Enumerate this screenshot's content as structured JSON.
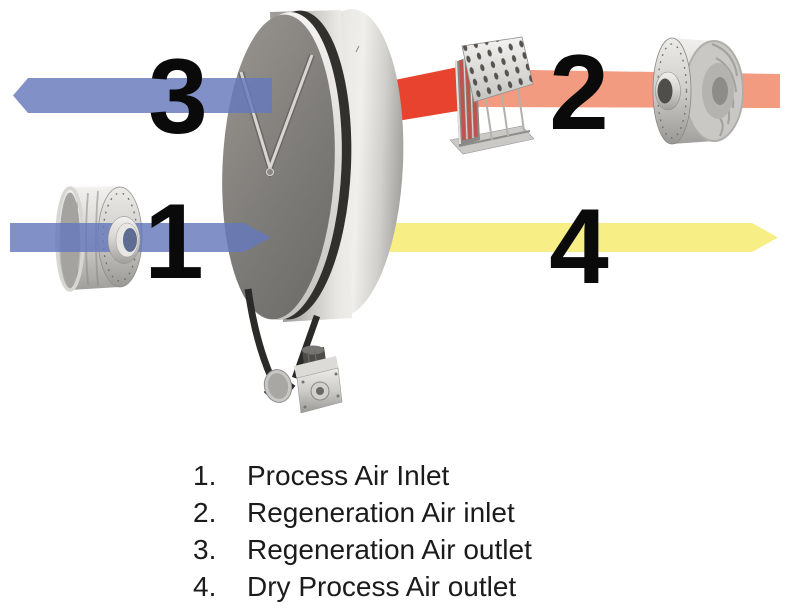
{
  "figure": {
    "background": "#ffffff",
    "type": "desiccant-dehumidifier-airflow-diagram"
  },
  "arrows": {
    "n1": {
      "number": "1",
      "color": "#8093c8",
      "direction": "right"
    },
    "n2": {
      "number": "2",
      "color": "#f29b80",
      "color_hot": "#e8432e",
      "direction": "left"
    },
    "n3": {
      "number": "3",
      "color": "#8093c8",
      "direction": "left"
    },
    "n4": {
      "number": "4",
      "color": "#f7ee85",
      "direction": "right"
    }
  },
  "components": {
    "wheel": "desiccant-rotor-wheel",
    "left_fan": "process-air-fan",
    "right_fan": "regeneration-air-fan",
    "heater": "regeneration-heater",
    "motor": "rotor-drive-motor",
    "belt": "rotor-drive-belt"
  },
  "legend": {
    "items": [
      {
        "num": "1.",
        "label": "Process Air Inlet"
      },
      {
        "num": "2.",
        "label": "Regeneration Air inlet"
      },
      {
        "num": "3.",
        "label": "Regeneration Air outlet"
      },
      {
        "num": "4.",
        "label": "Dry Process Air outlet"
      }
    ]
  }
}
